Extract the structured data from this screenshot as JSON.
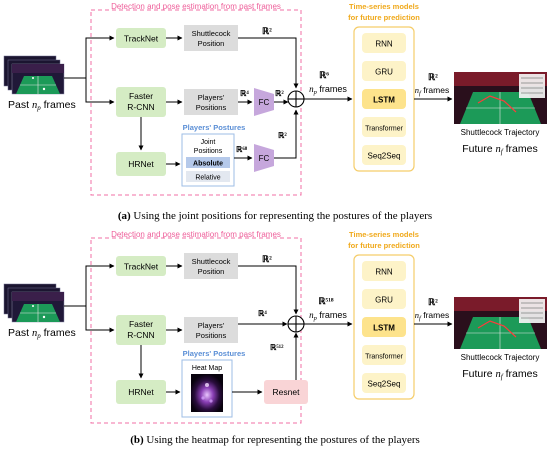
{
  "panel_a": {
    "region_title": "Detection and pose estimation from past frames",
    "models_title_1": "Time-series models",
    "models_title_2": "for future prediction",
    "past_frames": "Past n_p frames",
    "tracknet": "TrackNet",
    "shuttle_pos_1": "Shuttlecock",
    "shuttle_pos_2": "Position",
    "faster_1": "Faster",
    "faster_2": "R-CNN",
    "players_pos_1": "Players'",
    "players_pos_2": "Positions",
    "hrnet": "HRNet",
    "postures_title": "Players' Postures",
    "joint_1": "Joint",
    "joint_2": "Positions",
    "absolute": "Absolute",
    "relative": "Relative",
    "fc": "FC",
    "r2_shuttle": "ℝ²",
    "r4": "ℝ⁴",
    "r2_fc1": "ℝ²",
    "r68": "ℝ⁶⁸",
    "r2_fc2": "ℝ²",
    "r6": "ℝ⁶",
    "np_frames": "n_p frames",
    "models": [
      "RNN",
      "GRU",
      "LSTM",
      "Transformer",
      "Seq2Seq"
    ],
    "r2_out": "ℝ²",
    "nf_frames": "n_f frames",
    "traj_label": "Shuttlecock Trajectory",
    "future": "Future n_f frames",
    "caption_tag": "(a)",
    "caption_text": "Using the joint positions for representing the postures of the players"
  },
  "panel_b": {
    "region_title": "Detection and pose estimation from past frames",
    "models_title_1": "Time-series models",
    "models_title_2": "for future prediction",
    "past_frames": "Past n_p frames",
    "tracknet": "TrackNet",
    "shuttle_pos_1": "Shuttlecock",
    "shuttle_pos_2": "Position",
    "faster_1": "Faster",
    "faster_2": "R-CNN",
    "players_pos_1": "Players'",
    "players_pos_2": "Positions",
    "hrnet": "HRNet",
    "postures_title": "Players' Postures",
    "heatmap": "Heat Map",
    "resnet": "Resnet",
    "r2_shuttle": "ℝ²",
    "r4": "ℝ⁴",
    "r512": "ℝ⁵¹²",
    "r518": "ℝ⁵¹⁸",
    "np_frames": "n_p frames",
    "models": [
      "RNN",
      "GRU",
      "LSTM",
      "Transformer",
      "Seq2Seq"
    ],
    "r2_out": "ℝ²",
    "nf_frames": "n_f frames",
    "traj_label": "Shuttlecock Trajectory",
    "future": "Future n_f frames",
    "caption_tag": "(b)",
    "caption_text": "Using the heatmap for representing the postures of the players"
  },
  "colors": {
    "pink_dash": "#f06fa6",
    "title_pink": "#ee5f9a",
    "title_blue": "#5b8fd6",
    "title_orange": "#f0a91b",
    "green_box": "#d5ecc4",
    "gray_box": "#dcdcdc",
    "fc_purple": "#c6a7dc",
    "resnet_pink": "#f9d4d6",
    "model_fill": "#fdf3c8",
    "lstm_fill": "#fde38c",
    "absolute_fill": "#b5c9ea"
  }
}
